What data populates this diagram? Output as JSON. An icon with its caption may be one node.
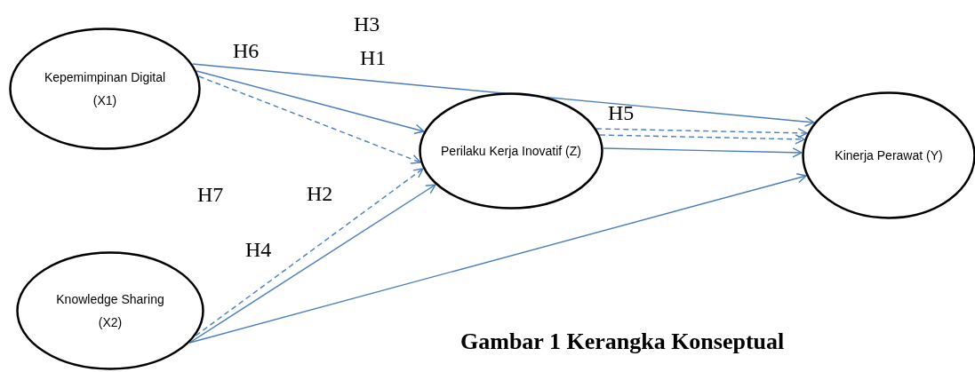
{
  "diagram": {
    "caption": "Gambar 1 Kerangka Konseptual",
    "nodes": [
      {
        "text": [
          "Kepemimpinan Digital (X1)"
        ]
      },
      {
        "text": [
          "Perilaku Kerja Inovatif (Z)"
        ]
      },
      {
        "text": [
          "Kinerja Perawat (Y)"
        ]
      },
      {
        "text": [
          "Knowledge Sharing (X2)"
        ]
      }
    ],
    "edges": [
      {
        "from": 0,
        "to": 2,
        "arrow": "to"
      },
      {
        "from": 0,
        "to": 1,
        "arrow": "to"
      },
      {
        "from": 0,
        "to": 1,
        "arrow": "to",
        "style": "dashed"
      },
      {
        "from": 3,
        "to": 1,
        "arrow": "to",
        "style": "dashed"
      },
      {
        "from": 3,
        "to": 1,
        "arrow": "to"
      },
      {
        "from": 3,
        "to": 2,
        "arrow": "to"
      },
      {
        "from": 1,
        "to": 2,
        "arrow": "to",
        "style": "dashed"
      },
      {
        "from": 1,
        "to": 2,
        "arrow": "to",
        "style": "dashed"
      },
      {
        "from": 1,
        "to": 2,
        "arrow": "to"
      }
    ],
    "labels": [
      "H3",
      "H6",
      "H1",
      "H5",
      "H7",
      "H2",
      "H4"
    ]
  }
}
